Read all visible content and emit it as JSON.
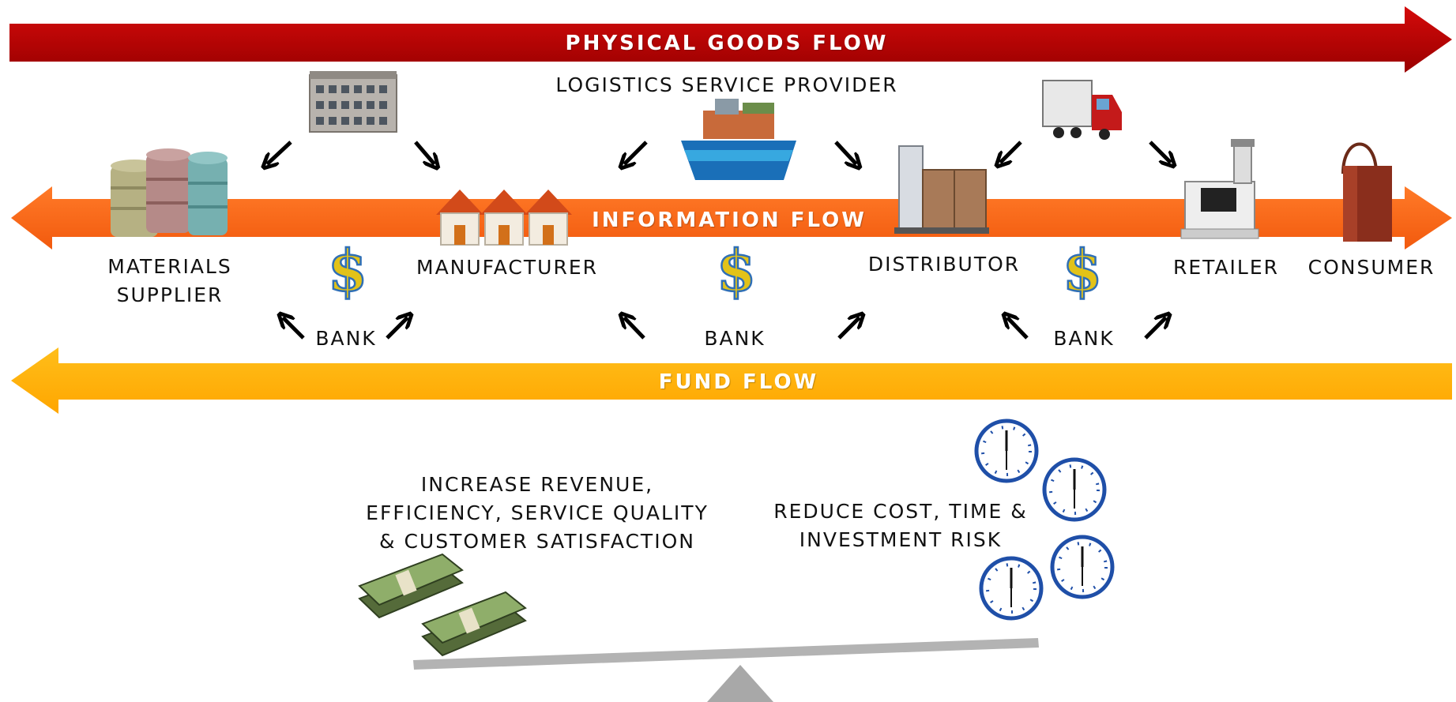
{
  "flows": {
    "physical_goods": {
      "label": "PHYSICAL GOODS FLOW",
      "color": "#b30000"
    },
    "information": {
      "label": "INFORMATION FLOW",
      "color": "#ff6a1a"
    },
    "fund": {
      "label": "FUND FLOW",
      "color": "#ffb000"
    }
  },
  "logistics_provider": "LOGISTICS SERVICE PROVIDER",
  "entities": {
    "materials_supplier": "MATERIALS\nSUPPLIER",
    "manufacturer": "MANUFACTURER",
    "distributor": "DISTRIBUTOR",
    "retailer": "RETAILER",
    "consumer": "CONSUMER"
  },
  "banks": [
    "BANK",
    "BANK",
    "BANK"
  ],
  "benefits": {
    "increase": "INCREASE REVENUE,\nEFFICIENCY, SERVICE QUALITY\n& CUSTOMER SATISFACTION",
    "reduce": "REDUCE COST, TIME &\nINVESTMENT RISK"
  },
  "icons": [
    "warehouse-icon",
    "ship-icon",
    "truck-icon",
    "material-spools-icon",
    "houses-icon",
    "forklift-boxes-icon",
    "cash-register-icon",
    "shopping-bag-icon",
    "dollar-icon",
    "money-stack-icon",
    "clock-icon",
    "seesaw-icon"
  ]
}
